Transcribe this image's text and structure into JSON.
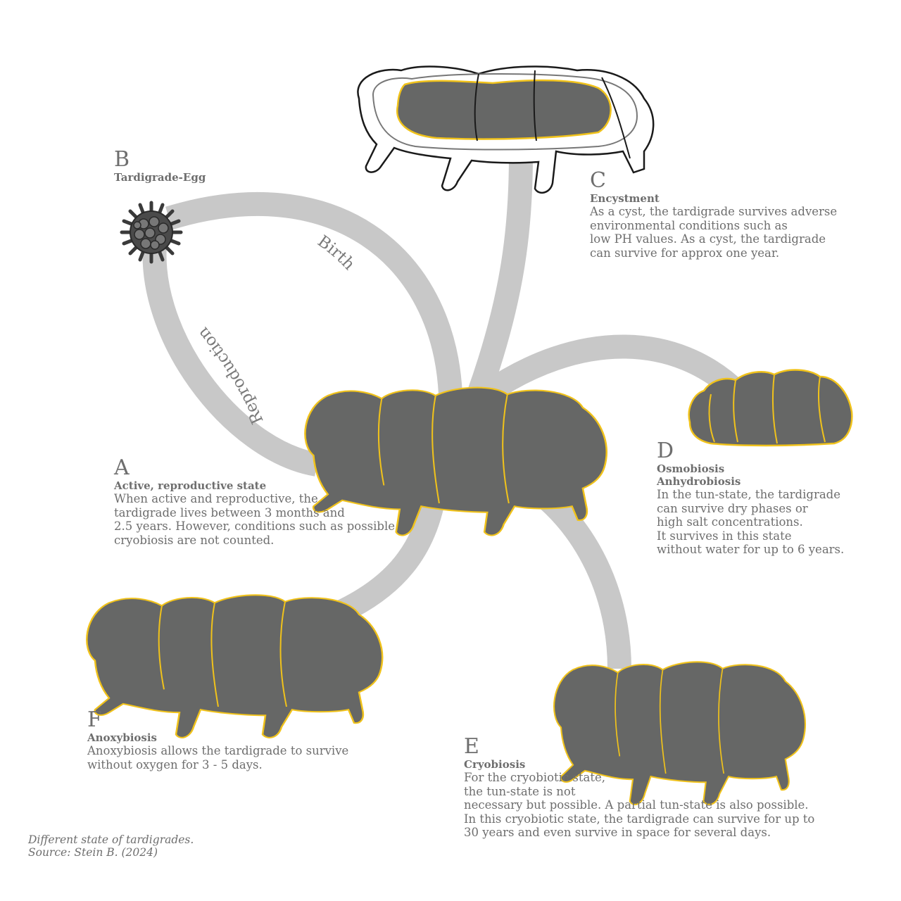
{
  "colors": {
    "arc": "#c8c8c8",
    "body": "#666766",
    "outline": "#f0c21b",
    "text": "#6e6e6e"
  },
  "cycle_labels": {
    "birth": "Birth",
    "reproduction": "Reproduction"
  },
  "states": [
    {
      "id": "A",
      "letter": "A",
      "title": "Active, reproductive state",
      "text": "When active and reproductive, the\ntardigrade lives between 3 months and\n2.5 years. However, conditions such as possible\ncryobiosis are not counted."
    },
    {
      "id": "B",
      "letter": "B",
      "title": "Tardigrade-Egg",
      "text": ""
    },
    {
      "id": "C",
      "letter": "C",
      "title": "Encystment",
      "text": "As a cyst, the tardigrade survives adverse\nenvironmental conditions such as\nlow PH values. As a cyst, the tardigrade\ncan survive for approx one year."
    },
    {
      "id": "D",
      "letter": "D",
      "title": "Osmobiosis\nAnhydrobiosis",
      "text": "In the tun-state, the tardigrade\ncan survive dry phases or\nhigh salt concentrations.\nIt survives in this state\nwithout water for up to 6 years."
    },
    {
      "id": "E",
      "letter": "E",
      "title": "Cryobiosis",
      "text": "For the cryobiotic state,\nthe tun-state is not\nnecessary but possible. A partial tun-state is also possible.\nIn this cryobiotic state, the tardigrade can survive for up to\n30 years and even survive in space for several days."
    },
    {
      "id": "F",
      "letter": "F",
      "title": "Anoxybiosis",
      "text": "Anoxybiosis allows the tardigrade to survive\nwithout oxygen for 3 - 5 days."
    }
  ],
  "caption": {
    "line1": "Different state of tardigrades.",
    "line2": "Source: Stein B. (2024)"
  }
}
